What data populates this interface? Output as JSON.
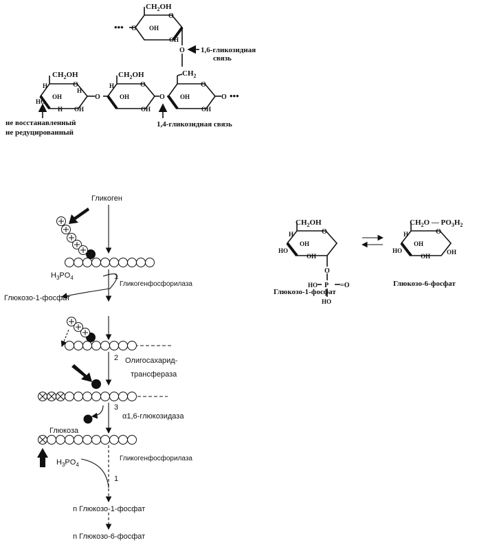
{
  "glycogen_structure": {
    "ch2oh": "CH",
    "ch2oh_sub": "2",
    "ch2oh_tail": "OH",
    "ch2": "CH",
    "ch2_sub": "2",
    "oh": "OH",
    "ho": "HO",
    "h": "H",
    "o": "O",
    "ellipsis": "•••",
    "bond_16_line1": "1,6-гликозидная",
    "bond_16_line2": "связь",
    "bond_14": "1,4-гликозидная связь",
    "nonreducing_line1": "не восстанавленный",
    "nonreducing_line2": "не редуцированный"
  },
  "degradation_scheme": {
    "glycogen": "Гликоген",
    "h3po4_a": "H",
    "h3po4_b": "3",
    "h3po4_c": "PO",
    "h3po4_d": "4",
    "step1": "1",
    "phosphorylase": "Гликогенфосфорилаза",
    "g1p": "Глюкозо-1-фосфат",
    "step2": "2",
    "transferase_line1": "Олигосахарид-",
    "transferase_line2": "трансфераза",
    "step3": "3",
    "glucosidase": "α1,6-глюкозидаза",
    "glucose": "Глюкоза",
    "phosphorylase2": "Гликогенфосфорилаза",
    "step1b": "1",
    "n_g1p": "n Глюкозо-1-фосфат",
    "n_g6p": "n Глюкозо-6-фосфат"
  },
  "phosphoglucomutase": {
    "ch2oh": "CH",
    "sub2": "2",
    "oh": "OH",
    "ho": "HO",
    "h": "H",
    "o": "O",
    "p": "P",
    "eq_o": "=O",
    "ch2o_po3h2": "CH",
    "ch2o_tail": "O — PO",
    "sub3": "3",
    "h2": "H",
    "sub2b": "2",
    "g1p_label": "Глюкозо-1-фосфат",
    "g6p_label": "Глюкозо-6-фосфат"
  }
}
